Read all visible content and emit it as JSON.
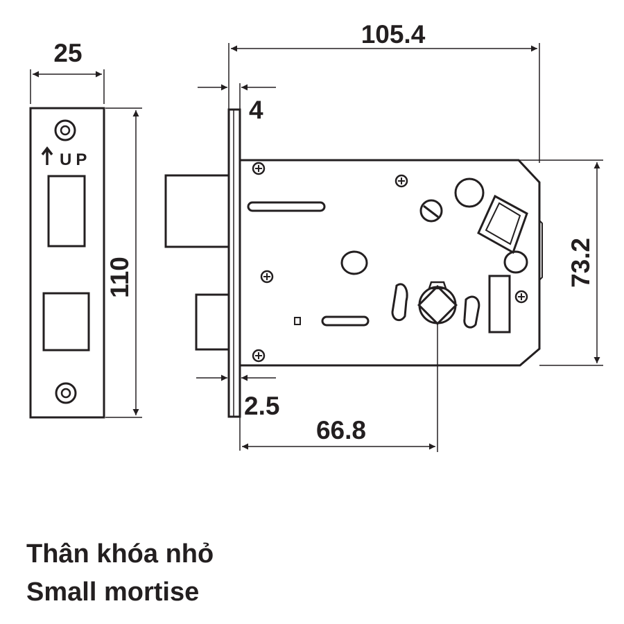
{
  "diagram": {
    "dimensions": {
      "faceplate_width": "25",
      "faceplate_height": "110",
      "overall_length": "105.4",
      "faceplate_thickness": "4",
      "body_height": "73.2",
      "plate_offset": "2.5",
      "backset": "66.8"
    },
    "faceplate_marking": "UP"
  },
  "caption": {
    "vietnamese": "Thân khóa nhỏ",
    "english": "Small mortise"
  },
  "colors": {
    "line": "#231f20",
    "background": "#ffffff"
  }
}
